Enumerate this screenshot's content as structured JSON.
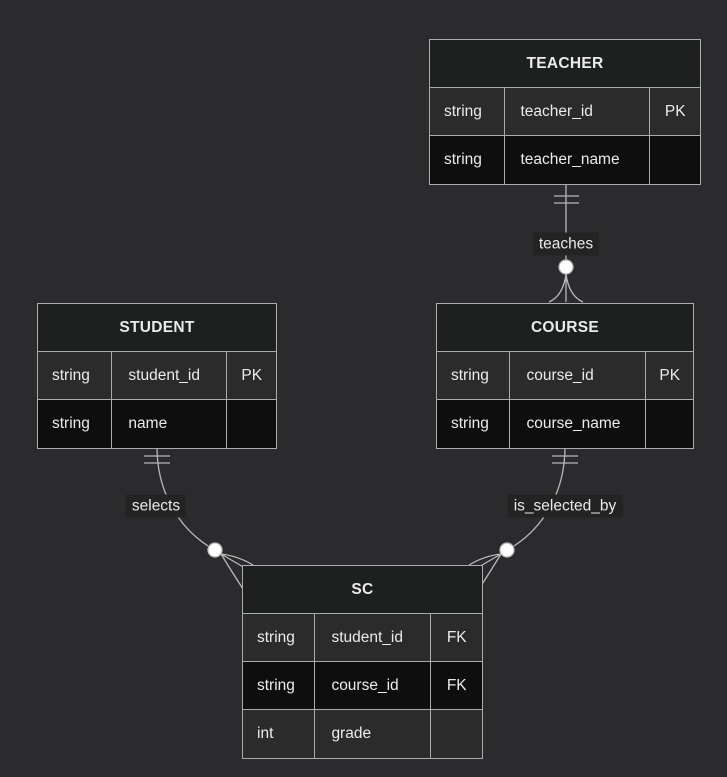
{
  "diagram": {
    "type": "entity-relationship",
    "theme": {
      "background": "#2b2b2d",
      "header_bg": "#1e1f1f",
      "row_odd_bg": "#2b2b2b",
      "row_even_bg": "#0e0e0e",
      "border_color": "#ababab",
      "line_color": "#b8b8b8",
      "label_bg": "#232324",
      "text_color": "#ebebeb",
      "marker_circle_fill": "#ffffff"
    }
  },
  "entities": [
    {
      "name": "TEACHER",
      "attributes": [
        {
          "type": "string",
          "name": "teacher_id",
          "key": "PK"
        },
        {
          "type": "string",
          "name": "teacher_name",
          "key": ""
        }
      ]
    },
    {
      "name": "STUDENT",
      "attributes": [
        {
          "type": "string",
          "name": "student_id",
          "key": "PK"
        },
        {
          "type": "string",
          "name": "name",
          "key": ""
        }
      ]
    },
    {
      "name": "COURSE",
      "attributes": [
        {
          "type": "string",
          "name": "course_id",
          "key": "PK"
        },
        {
          "type": "string",
          "name": "course_name",
          "key": ""
        }
      ]
    },
    {
      "name": "SC",
      "attributes": [
        {
          "type": "string",
          "name": "student_id",
          "key": "FK"
        },
        {
          "type": "string",
          "name": "course_id",
          "key": "FK"
        },
        {
          "type": "int",
          "name": "grade",
          "key": ""
        }
      ]
    }
  ],
  "relationships": [
    {
      "from": "TEACHER",
      "to": "COURSE",
      "label": "teaches",
      "cardinality": "exactly-one to zero-or-many"
    },
    {
      "from": "STUDENT",
      "to": "SC",
      "label": "selects",
      "cardinality": "exactly-one to zero-or-many"
    },
    {
      "from": "COURSE",
      "to": "SC",
      "label": "is_selected_by",
      "cardinality": "exactly-one to zero-or-many"
    }
  ]
}
